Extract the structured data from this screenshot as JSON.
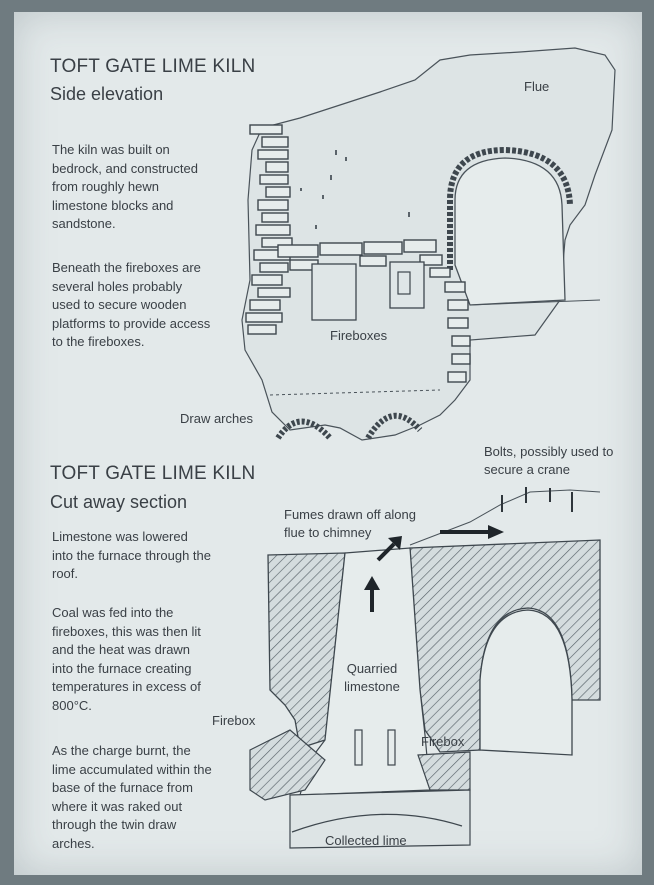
{
  "panel_top": {
    "title": "TOFT GATE LIME KILN",
    "subtitle": "Side elevation",
    "paragraphs": [
      "The kiln was built on bedrock, and constructed from roughly hewn limestone blocks and sandstone.",
      "Beneath the fireboxes are several holes probably used to secure wooden platforms to provide access to the fireboxes."
    ],
    "labels": {
      "flue": "Flue",
      "fireboxes": "Fireboxes",
      "draw_arches": "Draw arches"
    }
  },
  "panel_bottom": {
    "title": "TOFT GATE LIME KILN",
    "subtitle": "Cut away section",
    "paragraphs": [
      "Limestone was lowered into the furnace through the roof.",
      "Coal was fed into the fireboxes, this was then lit and the heat was drawn into the furnace creating temperatures in excess of 800°C.",
      "As the charge burnt, the lime accumulated within the base of the furnace from where it was raked out through the twin draw arches."
    ],
    "labels": {
      "bolts": "Bolts, possibly used to secure a crane",
      "fumes": "Fumes drawn off along flue to chimney",
      "quarried": "Quarried limestone",
      "firebox_left": "Firebox",
      "firebox_right": "Firebox",
      "collected": "Collected lime"
    }
  },
  "colors": {
    "board": "#e3e9ea",
    "frame": "#6f7b80",
    "ink": "#3a4046",
    "fill": "#cfd8da"
  }
}
